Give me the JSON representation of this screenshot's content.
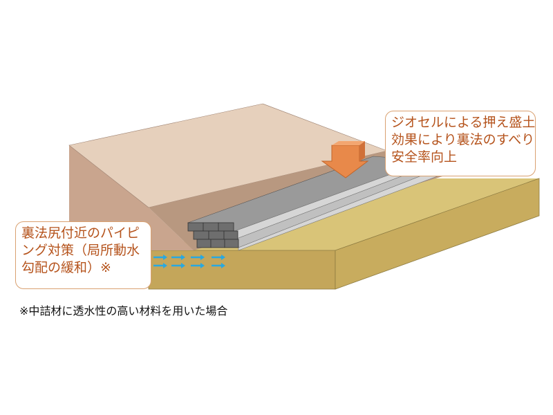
{
  "callout_top": {
    "lines": [
      "ジオセルによる押え盛土",
      "効果により裏法のすべり",
      "安全率向上"
    ]
  },
  "callout_left": {
    "lines": [
      "裏法尻付近のパイピ",
      "ング対策（局所動水",
      "勾配の緩和）※"
    ]
  },
  "footnote": "※中詰材に透水性の高い材料を用いた場合",
  "colors": {
    "embankment_top": "#e6d0bc",
    "embankment_front": "#c9a58e",
    "ground_top": "#d9c478",
    "ground_front": "#c4a65a",
    "geocell": "#8a8a8a",
    "arrow_load": "#e8894a",
    "flow_arrow": "#29a8e0",
    "callout_text": "#b5531c"
  }
}
